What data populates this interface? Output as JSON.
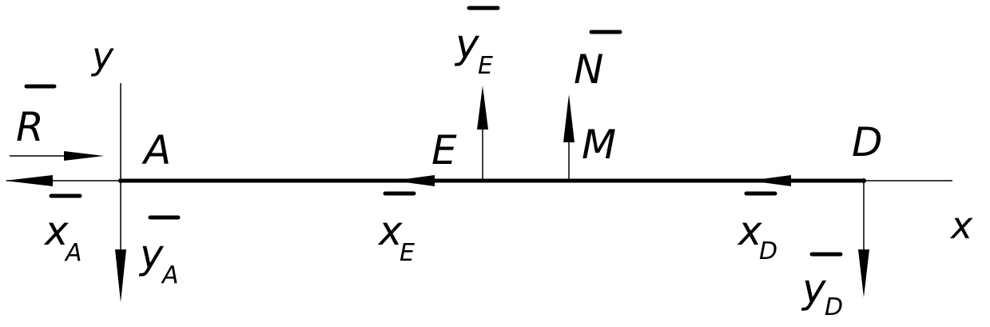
{
  "diagram": {
    "axes": {
      "x_label": "x",
      "y_label": "y"
    },
    "points": {
      "A": "A",
      "E": "E",
      "M": "M",
      "D": "D"
    },
    "forces": {
      "R": {
        "letter": "R",
        "sub": ""
      },
      "N": {
        "letter": "N",
        "sub": ""
      },
      "XA": {
        "letter": "x",
        "sub": "A"
      },
      "YA": {
        "letter": "y",
        "sub": "A"
      },
      "XE": {
        "letter": "x",
        "sub": "E"
      },
      "YE": {
        "letter": "y",
        "sub": "E"
      },
      "XD": {
        "letter": "x",
        "sub": "D"
      },
      "YD": {
        "letter": "y",
        "sub": "D"
      }
    },
    "colors": {
      "ink": "#000000",
      "background": "#ffffff"
    }
  }
}
